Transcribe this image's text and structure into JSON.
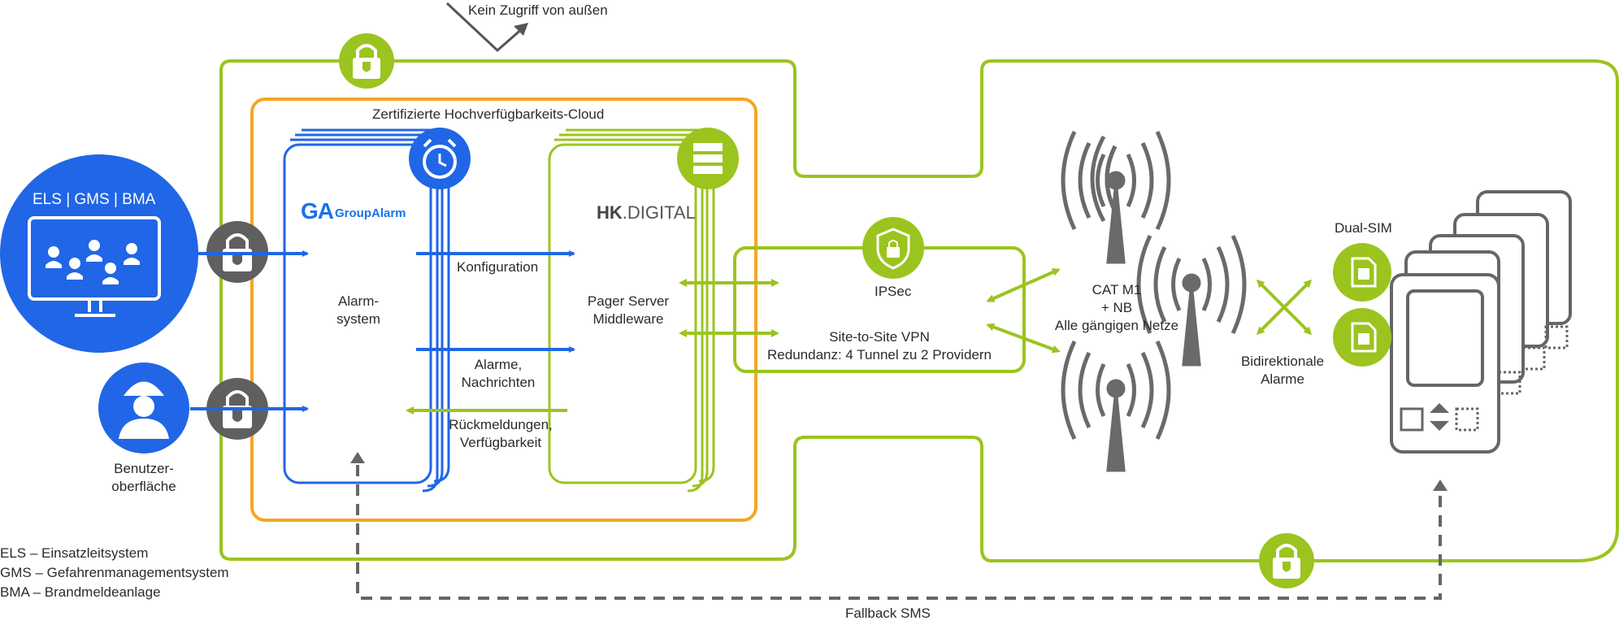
{
  "labels": {
    "no_access": "Kein Zugriff von außen",
    "cloud": "Zertifizierte Hochverfügbarkeits-Cloud",
    "els_gms_bma": "ELS | GMS | BMA",
    "benutzer_line1": "Benutzer-",
    "benutzer_line2": "oberfläche",
    "groupalarm_mark": "GA",
    "groupalarm_name": "GroupAlarm",
    "alarm_line1": "Alarm-",
    "alarm_line2": "system",
    "hk_prefix": "HK",
    "hk_suffix": ".DIGITAL",
    "pager_line1": "Pager Server",
    "pager_line2": "Middleware",
    "konfiguration": "Konfiguration",
    "alarme_line1": "Alarme,",
    "alarme_line2": "Nachrichten",
    "rueck_line1": "Rückmeldungen,",
    "rueck_line2": "Verfügbarkeit",
    "ipsec": "IPSec",
    "vpn_line1": "Site-to-Site VPN",
    "vpn_line2": "Redundanz: 4 Tunnel zu 2 Providern",
    "cat_line1": "CAT M1",
    "cat_line2": "+ NB",
    "cat_line3": "Alle gängigen Netze",
    "bidir_line1": "Bidirektionale",
    "bidir_line2": "Alarme",
    "dual_sim": "Dual-SIM",
    "fallback": "Fallback SMS",
    "legend_els": "ELS – Einsatzleitsystem",
    "legend_gms": "GMS – Gefahrenmanagementsystem",
    "legend_bma": "BMA – Brandmeldeanlage"
  },
  "colors": {
    "green": "#9bc41f",
    "blue": "#2066e6",
    "orange": "#f5a623",
    "gray": "#666666",
    "dark_gray": "#5f5f5f"
  }
}
